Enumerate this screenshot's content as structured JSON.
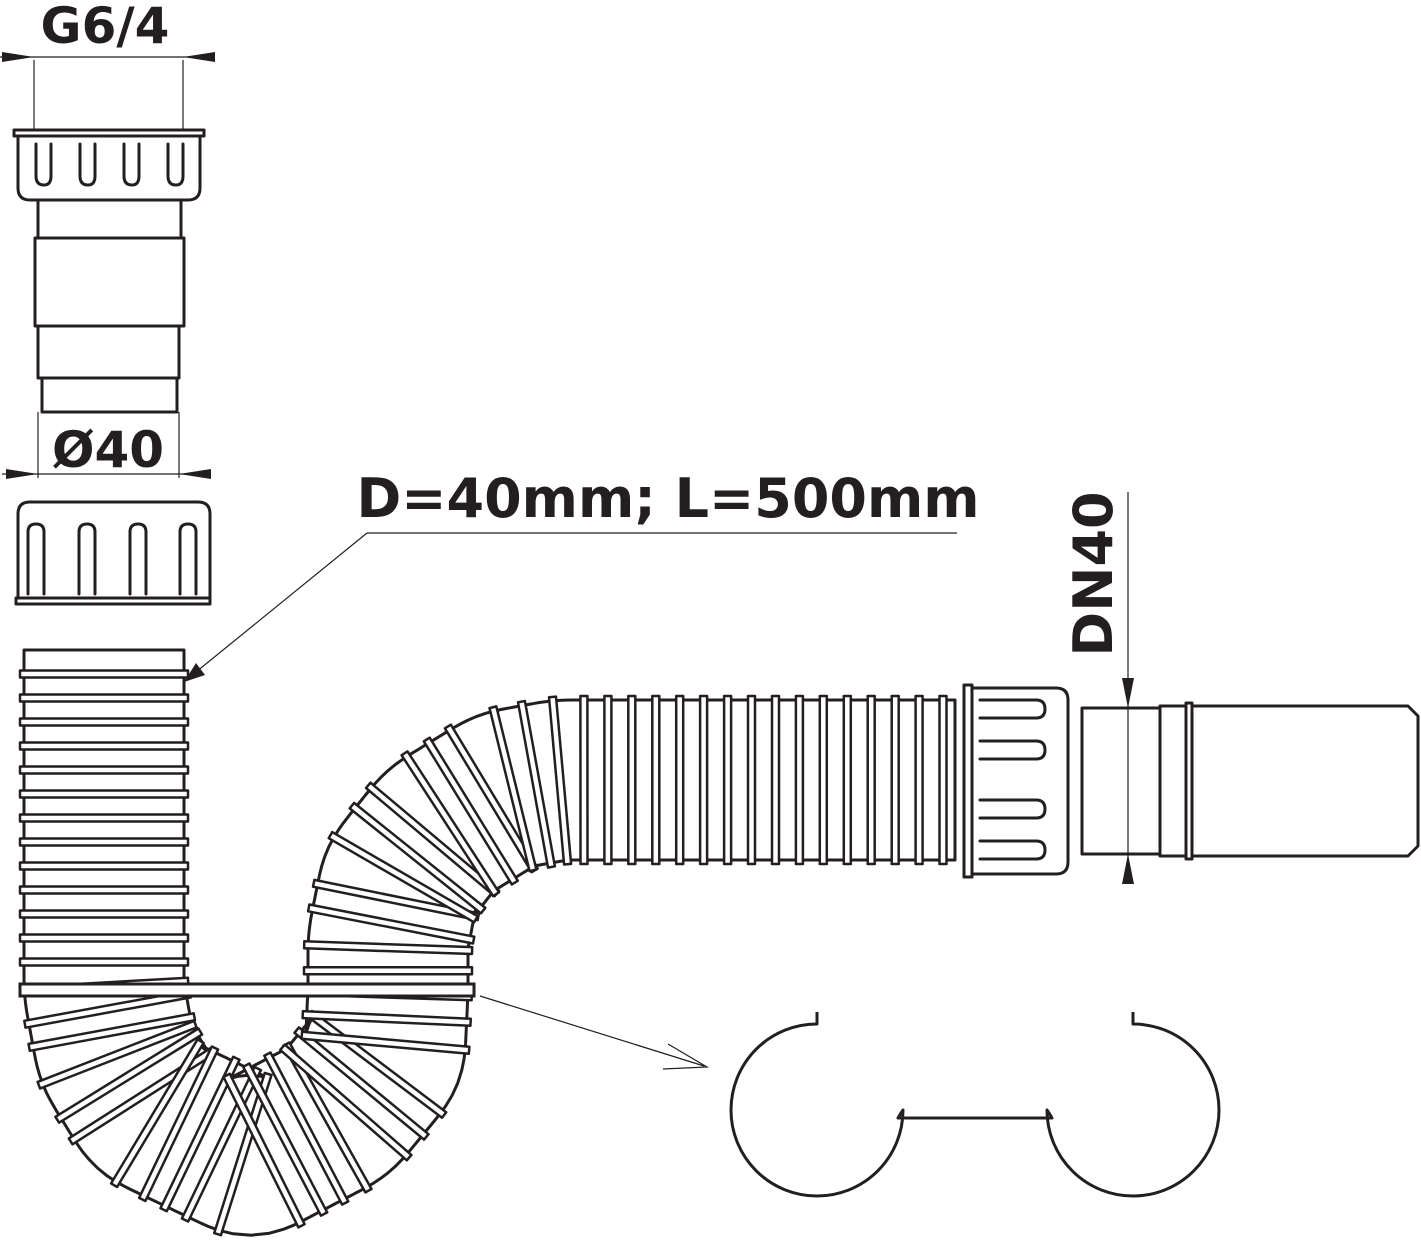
{
  "labels": {
    "thread_size": "G6/4",
    "inlet_diameter": "Ø40",
    "hose_spec": "D=40mm; L=500mm",
    "outlet_size": "DN40"
  },
  "colors": {
    "line": "#231f20",
    "background": "#ffffff"
  },
  "icons": [
    "corrugated-hose",
    "nut-icon",
    "tailpiece",
    "clip-icon"
  ]
}
